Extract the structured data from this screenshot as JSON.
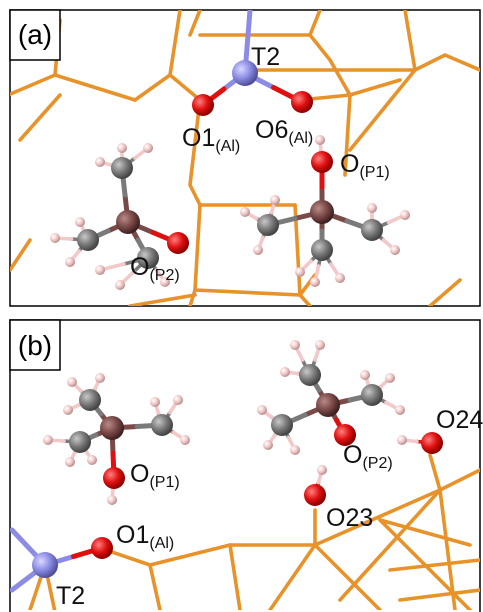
{
  "panels": [
    {
      "id": "a",
      "label": "(a)",
      "atoms": {
        "T2": {
          "main": "T2"
        },
        "O1": {
          "main": "O1",
          "sub": "(Al)"
        },
        "O6": {
          "main": "O6",
          "sub": "(Al)"
        },
        "OP1": {
          "main": "O",
          "sub": "(P1)"
        },
        "OP2": {
          "main": "O",
          "sub": "(P2)"
        }
      }
    },
    {
      "id": "b",
      "label": "(b)",
      "atoms": {
        "OP1": {
          "main": "O",
          "sub": "(P1)"
        },
        "OP2": {
          "main": "O",
          "sub": "(P2)"
        },
        "O24": {
          "main": "O24"
        },
        "O23": {
          "main": "O23"
        },
        "O1": {
          "main": "O1",
          "sub": "(Al)"
        },
        "T2": {
          "main": "T2"
        }
      }
    }
  ],
  "colors": {
    "framework": "#e8922a",
    "oxygen": "#e01010",
    "aluminum": "#8c8ce6",
    "phosphorus": "#7a4a48",
    "carbon": "#7a7a7a",
    "hydrogen": "#f2c8c8"
  }
}
